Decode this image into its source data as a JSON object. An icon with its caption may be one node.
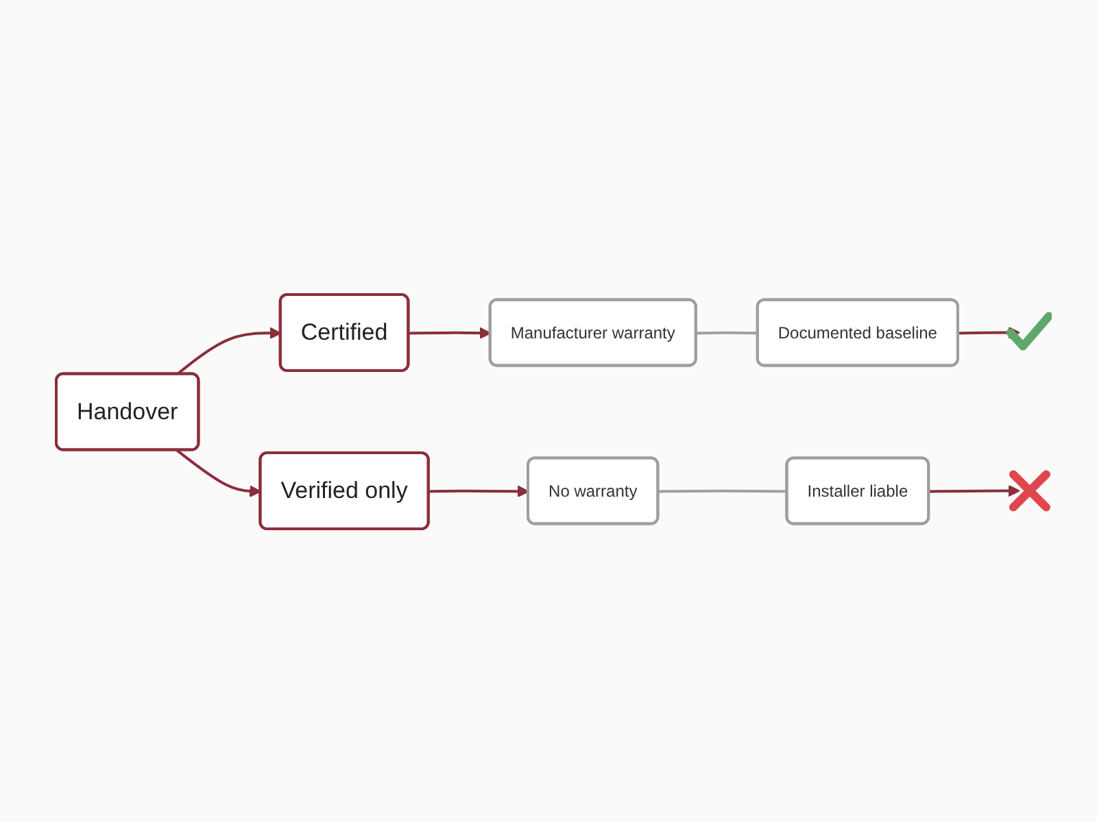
{
  "diagram": {
    "nodes": [
      {
        "text": [
          "Handover"
        ]
      },
      {
        "text": [
          "Certified"
        ]
      },
      {
        "text": [
          "Manufacturer warranty"
        ]
      },
      {
        "text": [
          "Documented baseline"
        ]
      },
      {
        "text": [],
        "shape": "picture"
      },
      {
        "text": [
          "Verified only"
        ]
      },
      {
        "text": [
          "No warranty"
        ]
      },
      {
        "text": [
          "Installer liable"
        ]
      },
      {
        "text": [],
        "shape": "picture"
      }
    ],
    "edges": [
      {
        "from": 0,
        "to": 1,
        "arrow": "to"
      },
      {
        "from": 0,
        "to": 5,
        "arrow": "to"
      },
      {
        "from": 1,
        "to": 2,
        "arrow": "to"
      },
      {
        "from": 2,
        "to": 3,
        "arrow": "none",
        "color": "#a0a0a0"
      },
      {
        "from": 3,
        "to": 4,
        "arrow": "to"
      },
      {
        "from": 5,
        "to": 6,
        "arrow": "to"
      },
      {
        "from": 6,
        "to": 7,
        "arrow": "none",
        "color": "#a0a0a0"
      },
      {
        "from": 7,
        "to": 8,
        "arrow": "to"
      }
    ]
  }
}
